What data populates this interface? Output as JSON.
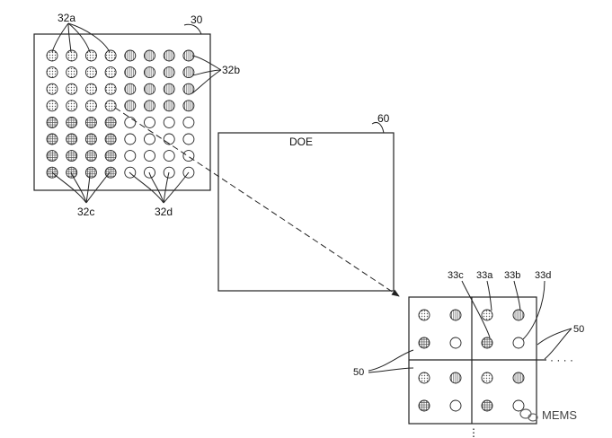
{
  "labels": {
    "array_ref": "30",
    "doe_ref": "60",
    "doe_text": "DOE",
    "emitter_a": "32a",
    "emitter_b": "32b",
    "emitter_c": "32c",
    "emitter_d": "32d",
    "spot_a": "33a",
    "spot_b": "33b",
    "spot_c": "33c",
    "spot_d": "33d",
    "tile_ref_left": "50",
    "tile_ref_right": "50",
    "continuation_right": "· · · ·",
    "continuation_down": "⋮"
  },
  "watermark": "MEMS",
  "colors": {
    "line": "#222222",
    "background": "#ffffff"
  },
  "icons": [
    "wechat-logo-icon"
  ]
}
